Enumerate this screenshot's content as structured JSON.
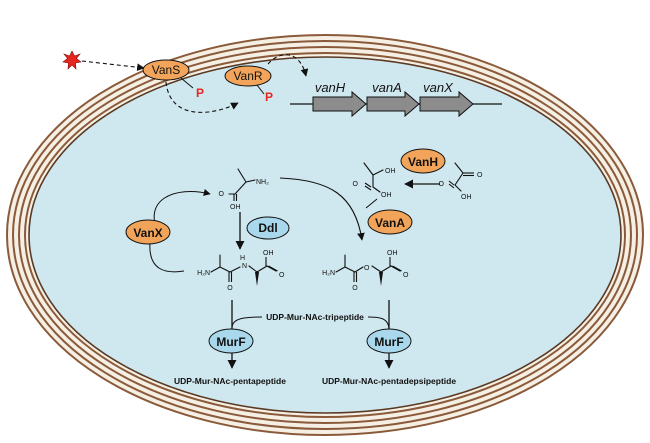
{
  "proteins": {
    "vanS": "VanS",
    "vanR": "VanR",
    "vanH": "VanH",
    "vanA": "VanA",
    "vanX": "VanX",
    "ddl": "Ddl",
    "murF_left": "MurF",
    "murF_right": "MurF"
  },
  "phospho": {
    "vanS_p": "P",
    "vanR_p": "P"
  },
  "genes": [
    "vanH",
    "vanA",
    "vanX"
  ],
  "pathway": {
    "middle_label": "UDP-Mur-NAc-tripeptide",
    "left_product": "UDP-Mur-NAc-pentapeptide",
    "right_product": "UDP-Mur-NAc-pentadepsipeptide"
  },
  "atoms": {
    "nh2": "NH₂",
    "oh": "OH",
    "h2n": "H₂N",
    "o": "O",
    "n": "N",
    "h": "H"
  },
  "colors": {
    "cytoplasm": "#cfe7ee",
    "membrane": "#8a5a3a",
    "orange_protein": "#f2a55a",
    "blue_protein": "#a9d8ec",
    "gene_arrow": "#8c8c8c",
    "phosphate": "#e8251e",
    "signal": "#e8251e"
  },
  "icons": [
    "signal-starburst-icon"
  ]
}
